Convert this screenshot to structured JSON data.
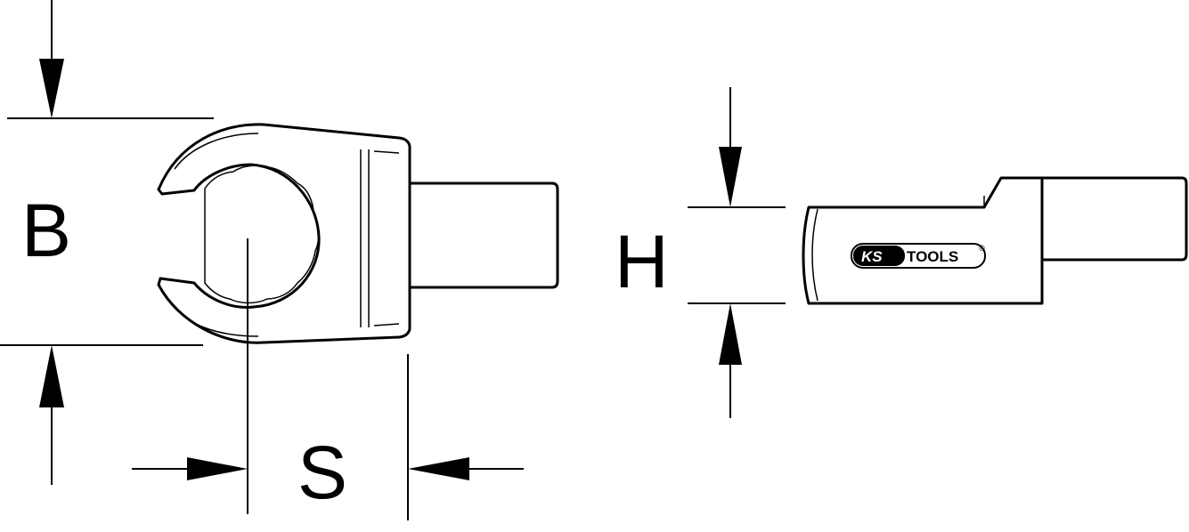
{
  "dimensions": {
    "B": "B",
    "S": "S",
    "H": "H"
  },
  "logo": {
    "brand_prefix": "KS",
    "brand_suffix": "TOOLS",
    "registered_mark": "®"
  },
  "colors": {
    "stroke": "#000000",
    "background": "#ffffff"
  }
}
